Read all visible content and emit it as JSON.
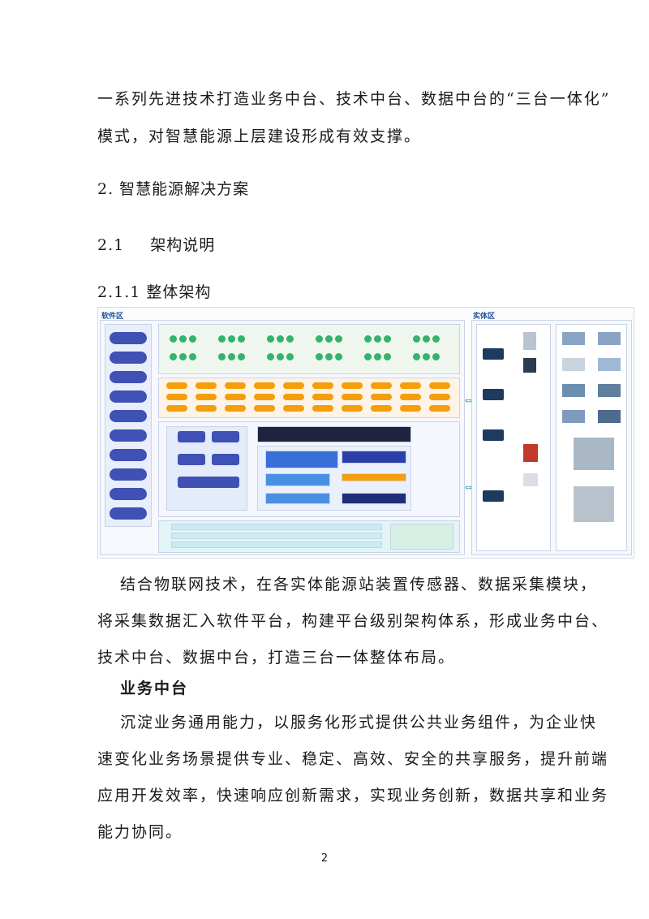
{
  "paragraph1": {
    "line1": "一系列先进技术打造业务中台、技术中台、数据中台的“三台一体化”",
    "line2": "模式，对智慧能源上层建设形成有效支撑。"
  },
  "headings": {
    "h2": "2. 智慧能源解决方案",
    "h21_num": "2.1",
    "h21_text": "架构说明",
    "h211": "2.1.1 整体架构"
  },
  "figure": {
    "software_zone": "软件区",
    "entity_zone": "实体区"
  },
  "paragraph2": {
    "line1": "结合物联网技术，在各实体能源站装置传感器、数据采集模块，",
    "line2": "将采集数据汇入软件平台，构建平台级别架构体系，形成业务中台、",
    "line3": "技术中台、数据中台，打造三台一体整体布局。"
  },
  "subheading": "业务中台",
  "paragraph3": {
    "line1": "沉淀业务通用能力，以服务化形式提供公共业务组件，为企业快",
    "line2": "速变化业务场景提供专业、稳定、高效、安全的共享服务，提升前端",
    "line3": "应用开发效率，快速响应创新需求，实现业务创新，数据共享和业务",
    "line4": "能力协同。"
  },
  "page_number": "2"
}
